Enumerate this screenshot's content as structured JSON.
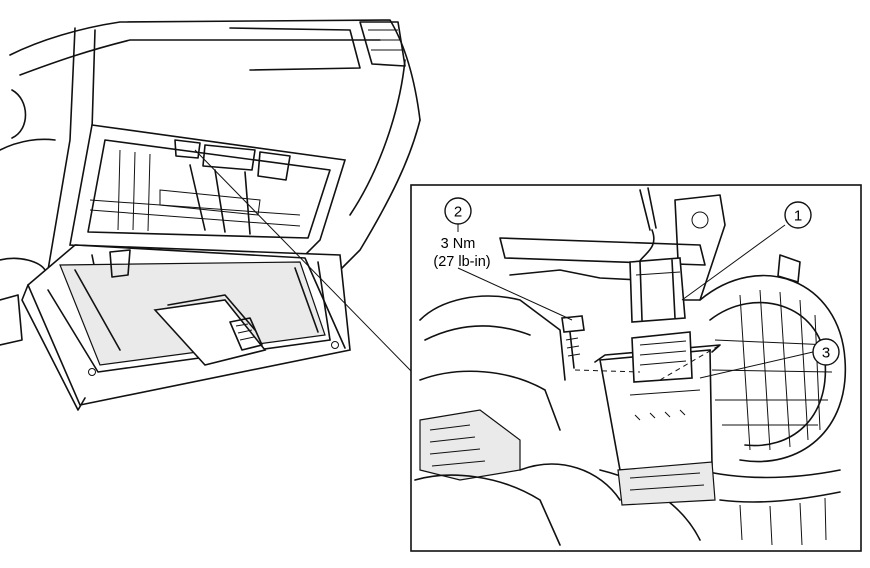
{
  "callouts": [
    {
      "id": "1",
      "label": "1"
    },
    {
      "id": "2",
      "label": "2"
    },
    {
      "id": "3",
      "label": "3"
    }
  ],
  "torque_spec": {
    "metric": "3 Nm",
    "imperial": "(27 lb-in)"
  }
}
